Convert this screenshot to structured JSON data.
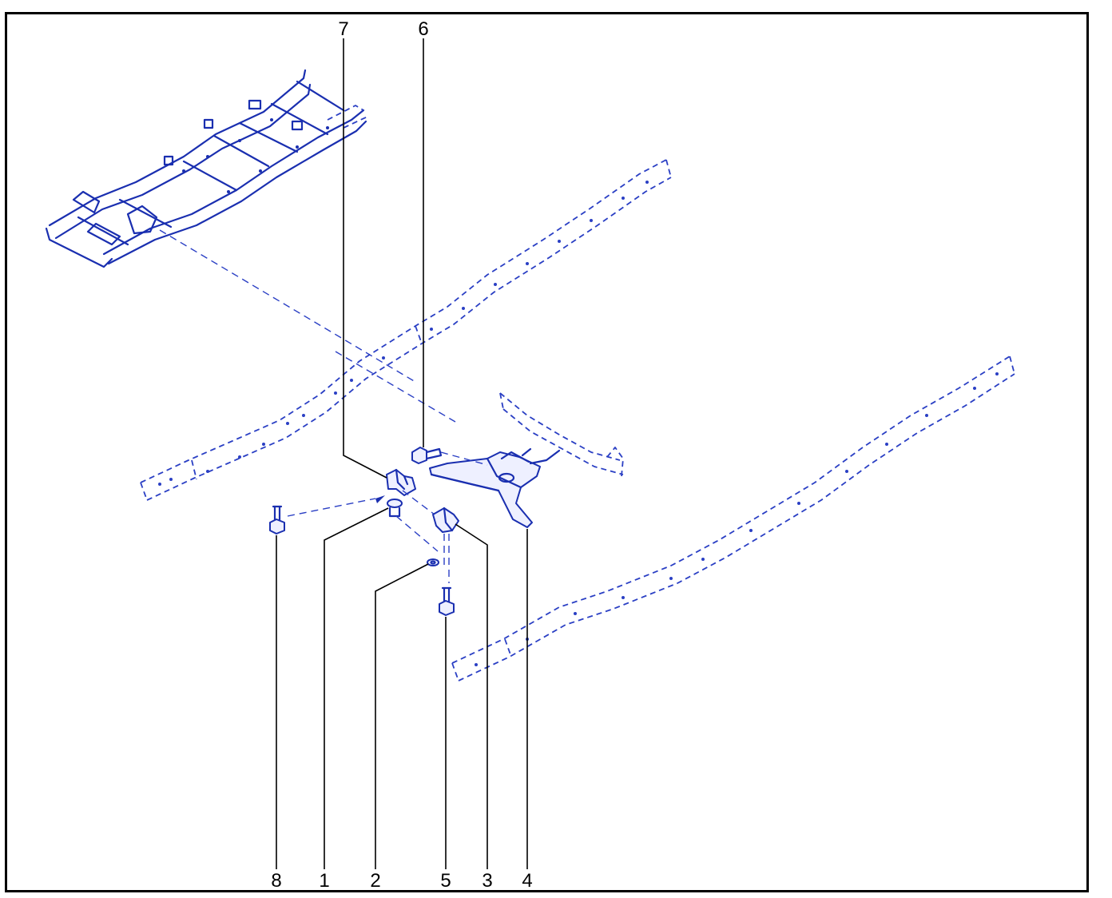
{
  "callouts": [
    {
      "number": "7"
    },
    {
      "number": "6"
    },
    {
      "number": "8"
    },
    {
      "number": "1"
    },
    {
      "number": "2"
    },
    {
      "number": "5"
    },
    {
      "number": "3"
    },
    {
      "number": "4"
    }
  ],
  "colors": {
    "line_art": "#1a2fb0",
    "leaders": "#000000",
    "frame": "#000000"
  }
}
